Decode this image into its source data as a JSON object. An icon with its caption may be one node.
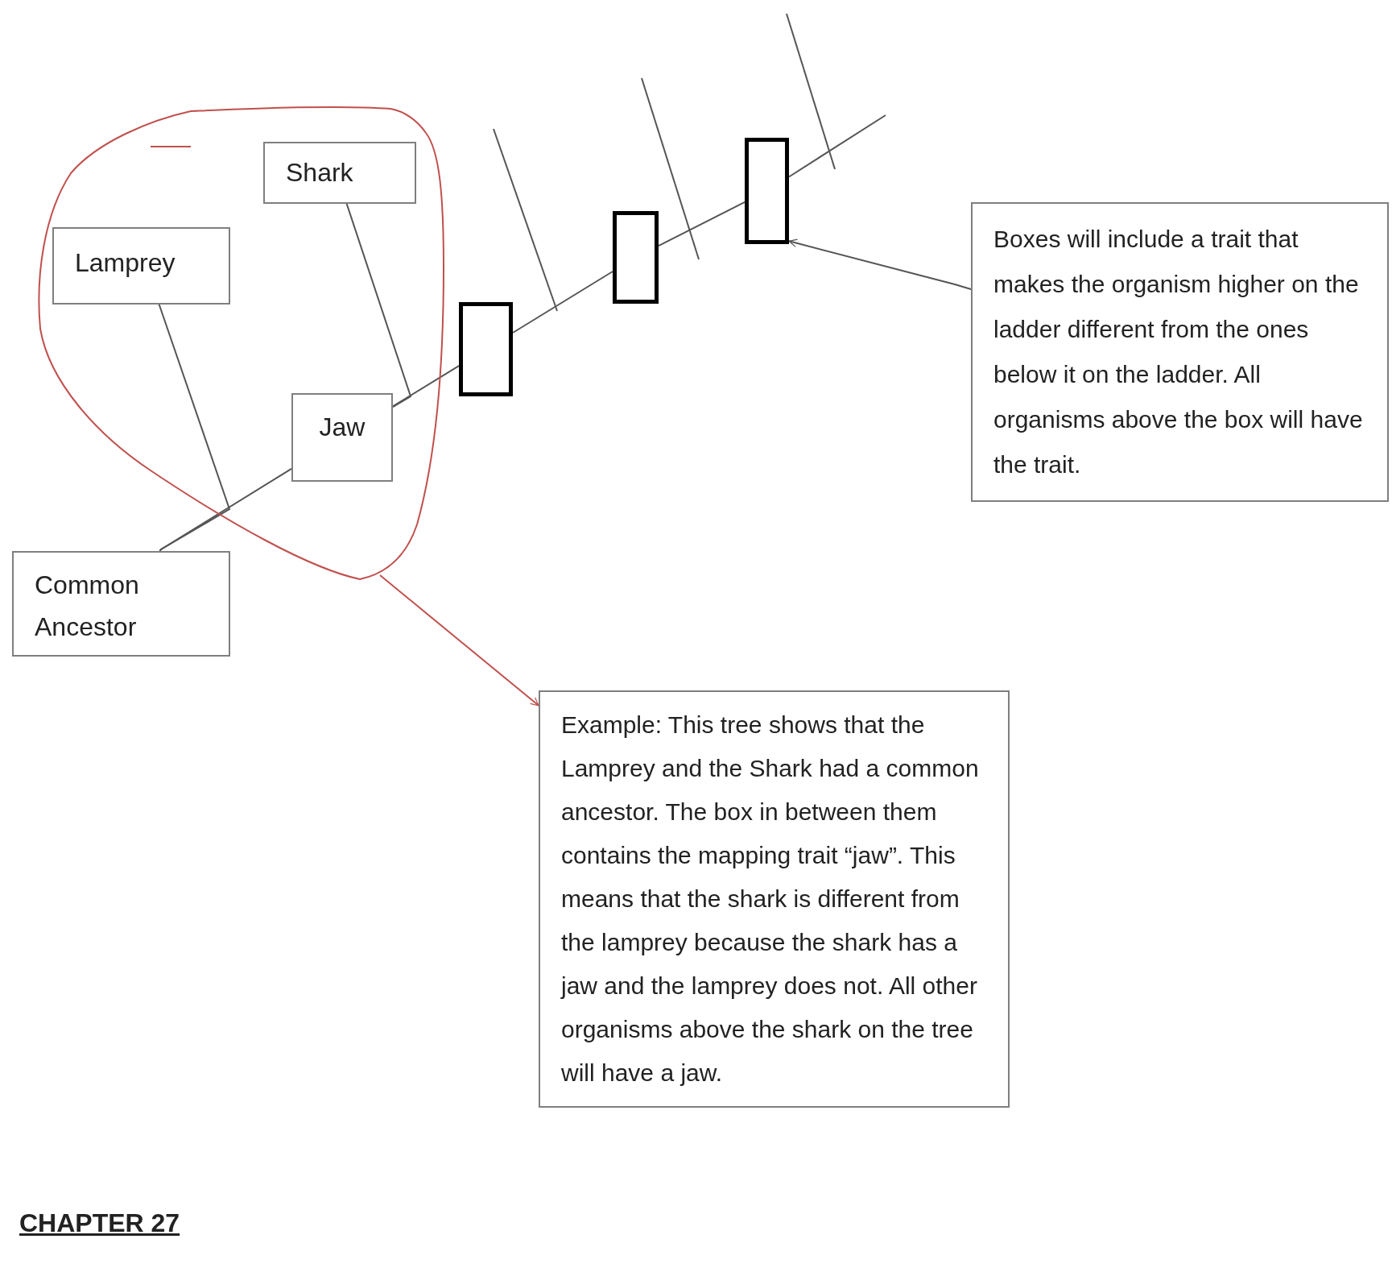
{
  "diagram": {
    "nodes": [
      {
        "text": [],
        "shape": "circle"
      },
      {
        "text": [
          "Shark"
        ],
        "in": 0
      },
      {
        "text": [
          "Lamprey"
        ],
        "in": 0
      },
      {
        "text": [
          "Jaw"
        ],
        "in": 0
      },
      {
        "text": [],
        "shape": "box"
      },
      {
        "text": [],
        "shape": "box"
      },
      {
        "text": [],
        "shape": "box"
      },
      {
        "text": [
          "Boxes will include a trait that makes the organism higher on the ladder different from the ones below it on the ladder. All organisms above the box will have the trait."
        ]
      },
      {
        "text": [
          "Common Ancestor"
        ]
      },
      {
        "text": [
          "Example: This tree shows that the Lamprey and the Shark had a common ancestor. The box in between them contains the mapping trait “jaw”. This means that the shark is different from the lamprey because the shark has a jaw and the lamprey does not. All other organisms above the shark on the tree will have a jaw."
        ]
      }
    ],
    "edges": [
      {
        "from": 8,
        "to": 3,
        "arrow": "none"
      },
      {
        "from": 3,
        "to": 4,
        "arrow": "none"
      },
      {
        "from": 4,
        "to": 5,
        "arrow": "none"
      },
      {
        "from": 5,
        "to": 6,
        "arrow": "none"
      },
      {
        "from": 6,
        "to": null,
        "arrow": "none"
      },
      {
        "from": 2,
        "to": 8,
        "arrow": "none"
      },
      {
        "from": 1,
        "to": 3,
        "arrow": "none"
      },
      {
        "from": 7,
        "to": 6,
        "arrow": "to"
      },
      {
        "from": 0,
        "to": 9,
        "arrow": "to",
        "color": "#c0504d"
      }
    ],
    "labels": [
      "CHAPTER 27"
    ]
  }
}
